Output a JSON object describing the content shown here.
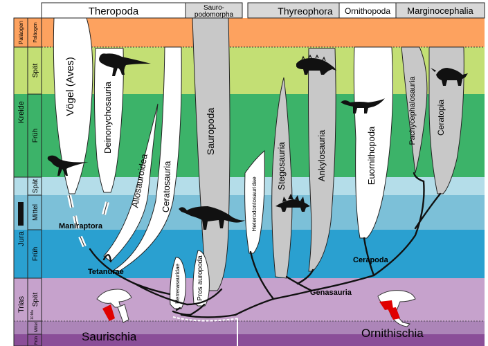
{
  "header": {
    "groups": [
      "Theropoda",
      "Sauro-\npodomorpha",
      "Thyreophora",
      "Ornithopoda",
      "Marginocephalia"
    ]
  },
  "periods": {
    "palaeogene": "Paläogen",
    "palaeogene_sub": "Paläogen",
    "cretaceous": "Kreide",
    "cretaceous_late": "Spät",
    "cretaceous_early": "Früh",
    "jurassic": "Jura",
    "jurassic_late": "Spät",
    "jurassic_middle": "Mittel",
    "jurassic_early": "Früh",
    "triassic": "Trias",
    "triassic_late": "Spät",
    "triassic_middle": "Mittel",
    "triassic_early": "Früh"
  },
  "scale_note": "10 Ma",
  "taxa": {
    "voegel": "Vögel (Aves)",
    "deinonychosauria": "Deinonychosauria",
    "allosauroidea": "Allosauroidea",
    "ceratosauria": "Ceratosauria",
    "sauropoda": "Sauropoda",
    "herrerasauridae": "Herrerasauridae",
    "prosauropoda": "Pros auropoda",
    "heterodontosauridae": "Heterodontosauridae",
    "stegosauria": "Stegosauria",
    "ankylosauria": "Ankylosauria",
    "euornithopoda": "Euornithopoda",
    "pachycephalosauria": "Pachycephalosauria",
    "ceratopia": "Ceratopia"
  },
  "clades": {
    "maniraptora": "Maniraptora",
    "tetanurae": "Tetanurae",
    "genasauria": "Genasauria",
    "cerapoda": "Cerapoda",
    "saurischia": "Saurischia",
    "ornithischia": "Ornithischia"
  },
  "colors": {
    "palaeogene": "#fda25f",
    "cretaceous_late": "#c3df74",
    "cretaceous_early": "#3cb369",
    "jurassic_late": "#b4dde9",
    "jurassic_middle": "#7cc0d8",
    "jurassic_early": "#2aa0d0",
    "triassic_late": "#c6a2cc",
    "triassic_middle": "#ac85b8",
    "triassic_early": "#8a4e98",
    "lineage_white": "#ffffff",
    "lineage_grey": "#c8c8c8"
  }
}
